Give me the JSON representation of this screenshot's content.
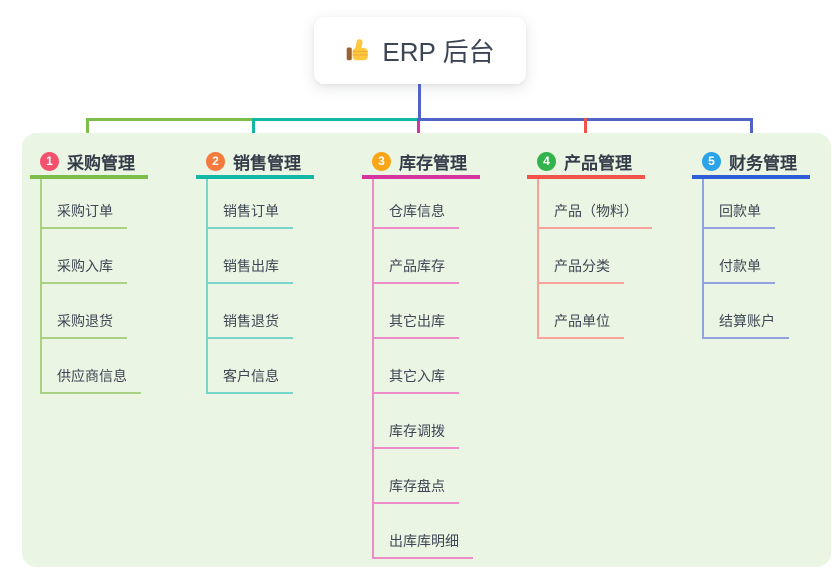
{
  "root": {
    "title": "ERP 后台",
    "icon": "thumbs-up"
  },
  "branches": [
    {
      "badge": "1",
      "title": "采购管理",
      "color": "#7dbe4b",
      "light": "#a9d283",
      "badge_color": "#f4516c",
      "children": [
        "采购订单",
        "采购入库",
        "采购退货",
        "供应商信息"
      ]
    },
    {
      "badge": "2",
      "title": "销售管理",
      "color": "#12b7a6",
      "light": "#79d5c8",
      "badge_color": "#f57a3d",
      "children": [
        "销售订单",
        "销售出库",
        "销售退货",
        "客户信息"
      ]
    },
    {
      "badge": "3",
      "title": "库存管理",
      "color": "#d6359f",
      "light": "#ee8cca",
      "badge_color": "#faa619",
      "children": [
        "仓库信息",
        "产品库存",
        "其它出库",
        "其它入库",
        "库存调拨",
        "库存盘点",
        "出库库明细"
      ]
    },
    {
      "badge": "4",
      "title": "产品管理",
      "color": "#f2544b",
      "light": "#f7a29b",
      "badge_color": "#32b34c",
      "children": [
        "产品（物料）",
        "产品分类",
        "产品单位"
      ]
    },
    {
      "badge": "5",
      "title": "财务管理",
      "color": "#2f5fd8",
      "light": "#92a2e0",
      "badge_color": "#2ba3e8",
      "children": [
        "回款单",
        "付款单",
        "结算账户"
      ]
    }
  ],
  "colors": {
    "canvas_bg": "#eaf6e3",
    "root_line": "#5163c8",
    "root_text": "#3d4554",
    "title_text": "#333c49",
    "child_text": "#3c4654"
  }
}
